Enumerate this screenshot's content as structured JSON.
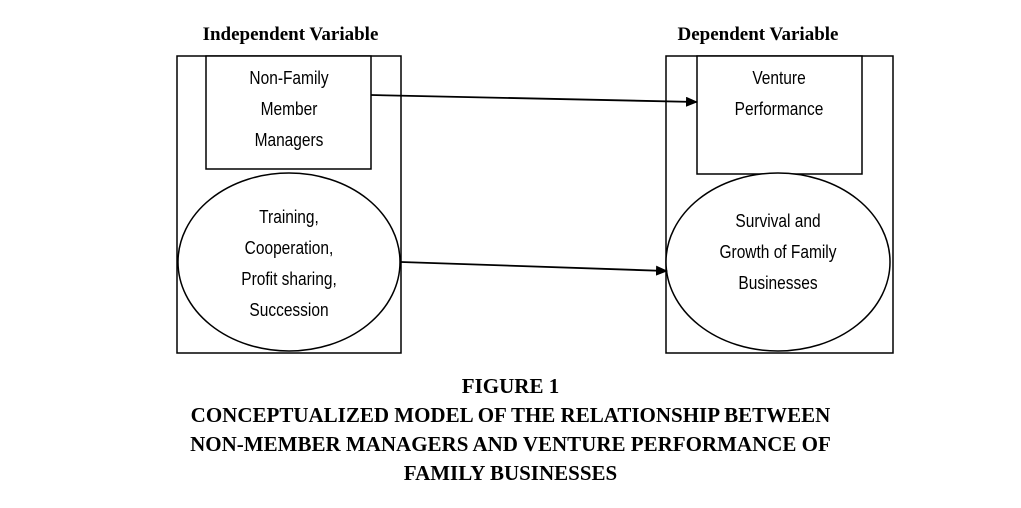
{
  "headings": {
    "left": "Independent Variable",
    "right": "Dependent Variable"
  },
  "nodes": {
    "non_family_managers": [
      "Non-Family",
      "Member",
      "Managers"
    ],
    "training_practices": [
      "Training,",
      "Cooperation,",
      "Profit sharing,",
      "Succession"
    ],
    "venture_performance": [
      "Venture",
      "Performance"
    ],
    "survival_growth": [
      "Survival and",
      "Growth of Family",
      "Businesses"
    ]
  },
  "edges": [
    {
      "from": "non_family_managers",
      "to": "venture_performance"
    },
    {
      "from": "training_practices",
      "to": "survival_growth"
    }
  ],
  "caption": {
    "number": "FIGURE 1",
    "lines": [
      "CONCEPTUALIZED MODEL OF THE RELATIONSHIP BETWEEN",
      "NON-MEMBER MANAGERS AND VENTURE PERFORMANCE OF",
      "FAMILY BUSINESSES"
    ]
  }
}
